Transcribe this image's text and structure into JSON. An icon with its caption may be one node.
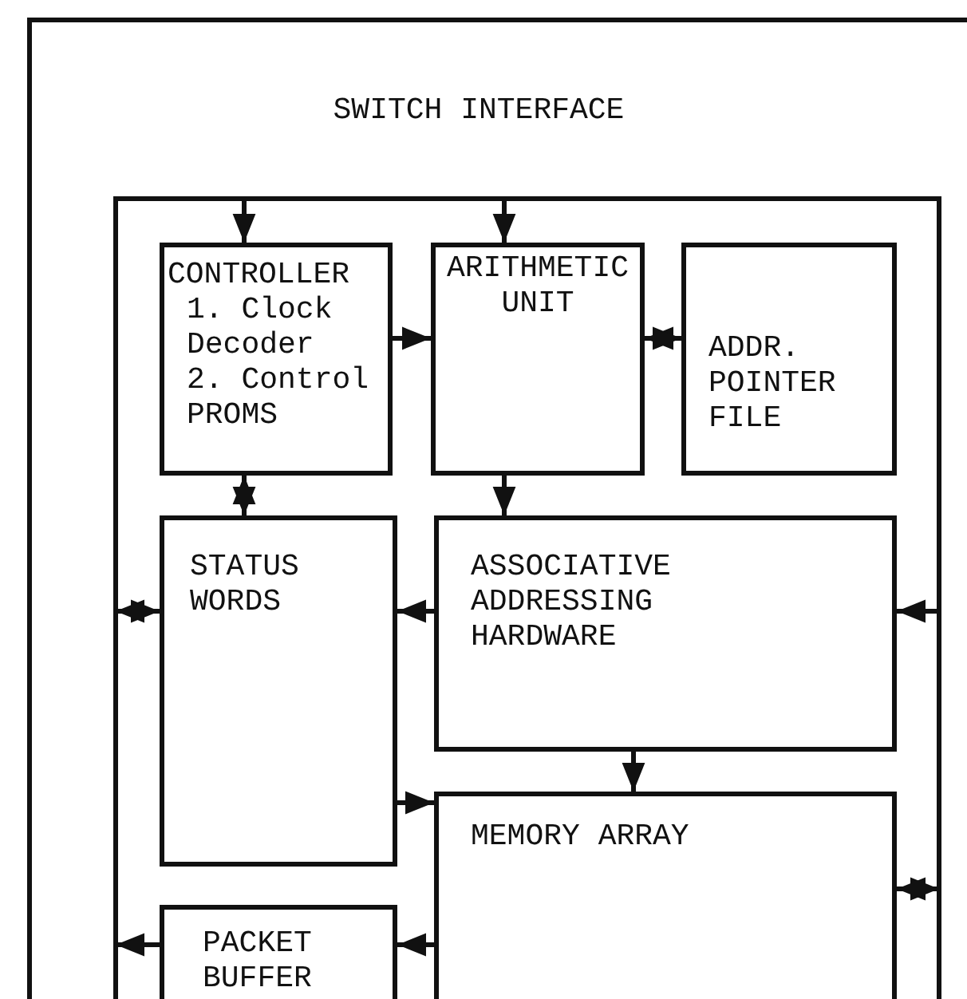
{
  "diagram": {
    "nodes": [
      {
        "text": [
          "SWITCH INTERFACE"
        ]
      },
      {
        "text": [],
        "shape": "box",
        "in": 0
      },
      {
        "text": [
          "CONTROLLER",
          "1. Clock Decoder",
          "2. Control PROMS"
        ],
        "in": 1
      },
      {
        "text": [
          "ARITHMETIC UNIT"
        ],
        "in": 1
      },
      {
        "text": [
          "ADDR. POINTER FILE"
        ],
        "in": 1
      },
      {
        "text": [
          "STATUS WORDS"
        ],
        "in": 1
      },
      {
        "text": [
          "ASSOCIATIVE ADDRESSING HARDWARE"
        ],
        "in": 1
      },
      {
        "text": [
          "MEMORY ARRAY"
        ],
        "in": 1
      },
      {
        "text": [
          "PACKET BUFFER"
        ],
        "in": 1
      }
    ],
    "edges": [
      {
        "from": 1,
        "to": 2,
        "arrow": "to"
      },
      {
        "from": 1,
        "to": 3,
        "arrow": "to"
      },
      {
        "from": 2,
        "to": 3,
        "arrow": "to"
      },
      {
        "from": 3,
        "to": 4,
        "arrow": "both"
      },
      {
        "from": 2,
        "to": 5,
        "arrow": "both"
      },
      {
        "from": 5,
        "to": 1,
        "arrow": "both"
      },
      {
        "from": 6,
        "to": 5,
        "arrow": "to"
      },
      {
        "from": 1,
        "to": 6,
        "arrow": "to"
      },
      {
        "from": 3,
        "to": 6,
        "arrow": "to"
      },
      {
        "from": 6,
        "to": 7,
        "arrow": "to"
      },
      {
        "from": 5,
        "to": 7,
        "arrow": "to"
      },
      {
        "from": 7,
        "to": 1,
        "arrow": "both"
      },
      {
        "from": 8,
        "to": 1,
        "arrow": "to"
      },
      {
        "from": 7,
        "to": 8,
        "arrow": "to"
      }
    ]
  }
}
